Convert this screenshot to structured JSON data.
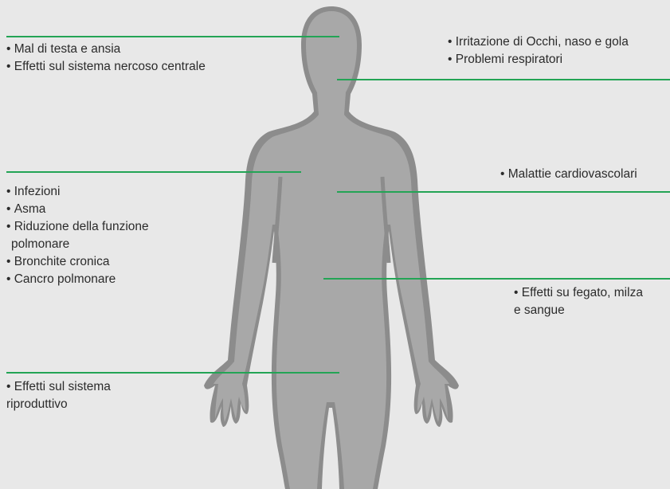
{
  "colors": {
    "background": "#e8e8e8",
    "body_outline": "#8c8c8c",
    "body_fill": "#a8a8a8",
    "leader_line": "#23a455",
    "text": "#2b2b2b"
  },
  "annotations": {
    "head": [
      "Mal di testa e ansia",
      "Effetti sul sistema nercoso centrale"
    ],
    "throat": [
      "Irritazione di Occhi, naso e gola",
      "Problemi respiratori"
    ],
    "lungs": [
      "Infezioni",
      "Asma",
      "Riduzione della funzione",
      "polmonare",
      "Bronchite cronica",
      "Cancro polmonare"
    ],
    "heart": [
      "Malattie cardiovascolari"
    ],
    "abdomen": [
      "Effetti su fegato, milza",
      "e sangue"
    ],
    "reproductive": [
      "Effetti sul sistema",
      "riproduttivo"
    ]
  }
}
